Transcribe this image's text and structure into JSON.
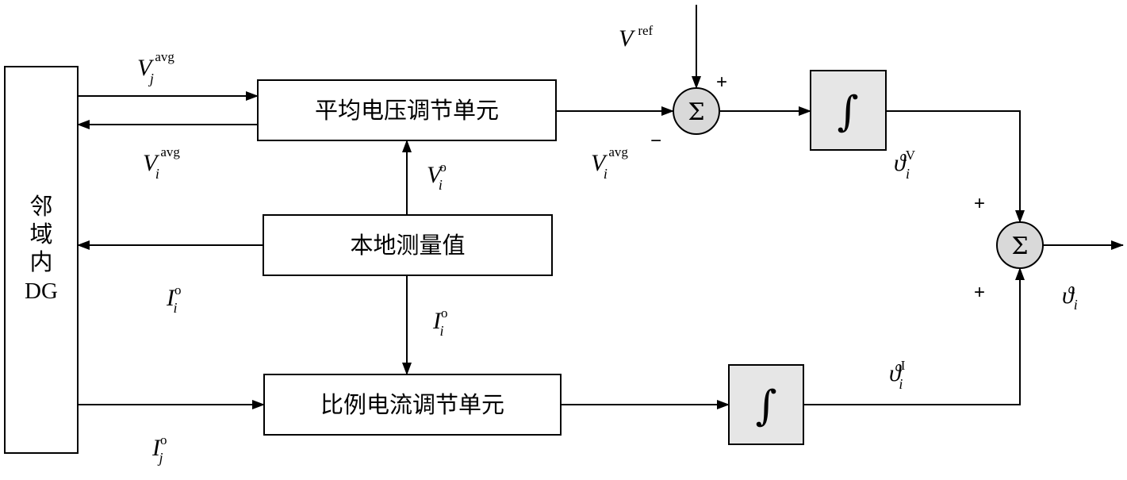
{
  "blocks": {
    "neighbor": {
      "lines": [
        "邻",
        "域",
        "内",
        "DG"
      ]
    },
    "avg_voltage_unit": "平均电压调节单元",
    "local_measurement": "本地测量值",
    "prop_current_unit": "比例电流调节单元"
  },
  "symbols": {
    "sum": "Σ",
    "integral": "∫",
    "plus": "+",
    "minus": "−"
  },
  "signals": {
    "vj_avg": {
      "base": "V",
      "sub": "j",
      "sup": "avg"
    },
    "vi_avg_left": {
      "base": "V",
      "sub": "i",
      "sup": "avg"
    },
    "vi_o": {
      "base": "V",
      "sub": "i",
      "sup": "o"
    },
    "ii_o_left": {
      "base": "I",
      "sub": "i",
      "sup": "o"
    },
    "ii_o_mid": {
      "base": "I",
      "sub": "i",
      "sup": "o"
    },
    "ij_o": {
      "base": "I",
      "sub": "j",
      "sup": "o"
    },
    "v_ref": {
      "base": "V",
      "sup": "ref"
    },
    "vi_avg_right": {
      "base": "V",
      "sub": "i",
      "sup": "avg"
    },
    "theta_v": {
      "base": "ϑ",
      "sub": "i",
      "sup": "V"
    },
    "theta_i": {
      "base": "ϑ",
      "sub": "i",
      "sup": "I"
    },
    "theta_out": {
      "base": "ϑ",
      "sub": "i"
    }
  }
}
